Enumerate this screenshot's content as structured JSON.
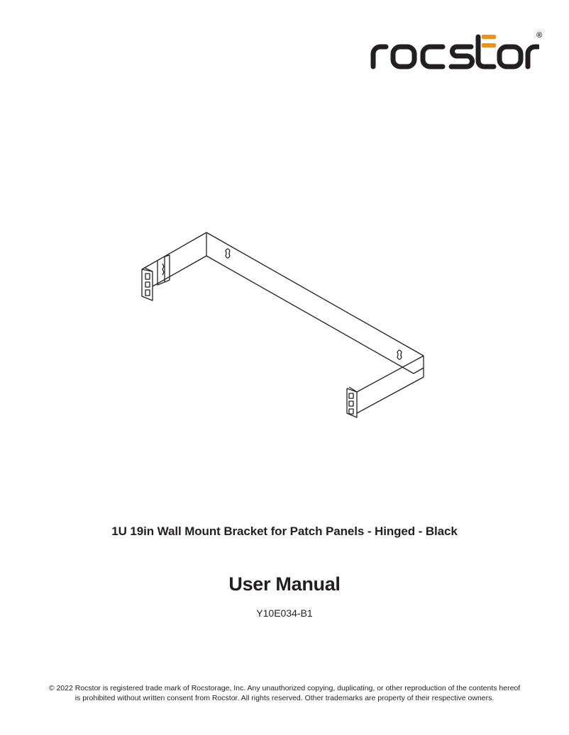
{
  "brand": {
    "name": "rocstor",
    "registered_mark": "®",
    "accent_color": "#f39019",
    "text_color": "#231f20"
  },
  "illustration": {
    "subject": "wall-mount-bracket-drawing"
  },
  "product_title": "1U 19in Wall Mount Bracket for Patch Panels - Hinged - Black",
  "document_title": "User Manual",
  "model_number": "Y10E034-B1",
  "copyright": {
    "line1": "© 2022 Rocstor is registered trade mark of Rocstorage, Inc. Any unauthorized copying, duplicating, or other reproduction of the contents hereof",
    "line2": "is prohibited without written consent from Rocstor. All rights reserved. Other trademarks are property of their respective owners."
  }
}
